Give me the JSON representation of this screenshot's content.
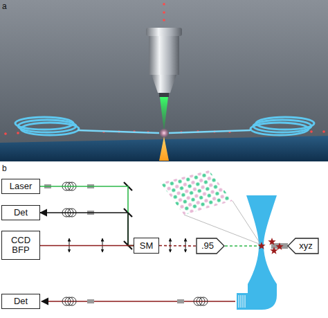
{
  "diagram": {
    "nodes": [
      {
        "text": [
          "Laser"
        ]
      },
      {
        "text": [
          "Det"
        ]
      },
      {
        "text": [
          "CCD BFP"
        ]
      },
      {
        "text": [
          "SM"
        ]
      },
      {
        "text": [
          ".95"
        ]
      },
      {
        "text": [
          "xyz"
        ]
      },
      {
        "text": [
          "Det"
        ]
      }
    ],
    "edges": [
      {
        "from": 0,
        "to": 3,
        "arrow": "none"
      },
      {
        "from": 3,
        "to": 1,
        "arrow": "to"
      },
      {
        "from": 3,
        "to": 2,
        "arrow": "none"
      },
      {
        "from": 3,
        "to": 4,
        "arrow": "none"
      }
    ],
    "labels": [
      "a",
      "b"
    ]
  }
}
